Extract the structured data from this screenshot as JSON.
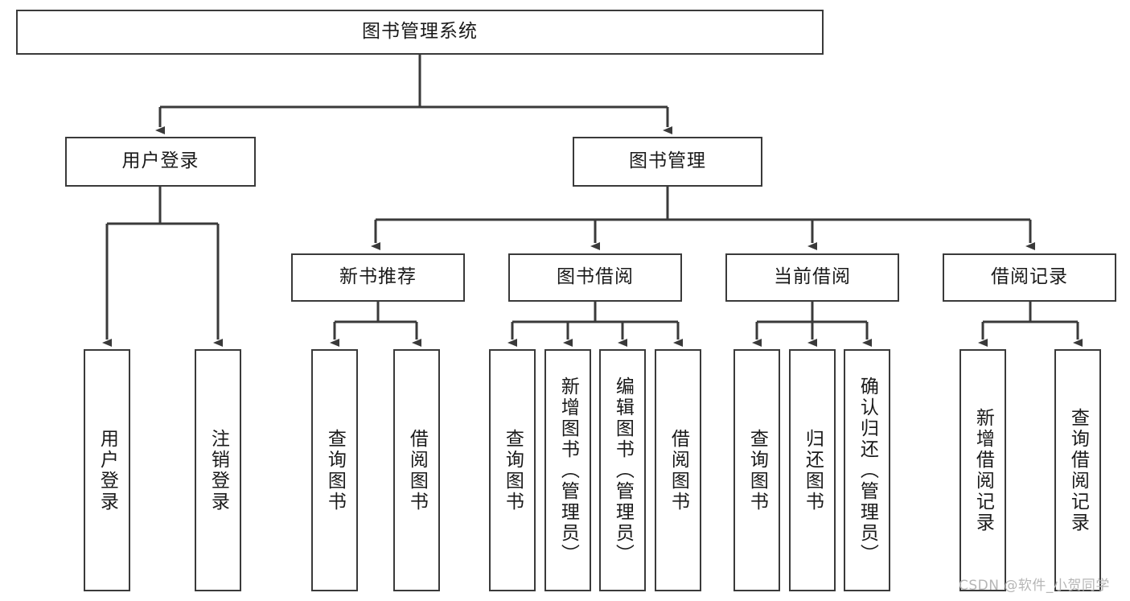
{
  "diagram": {
    "type": "tree-hierarchy-chart",
    "title": "图书管理系统",
    "stroke_color": "#3a3a3a",
    "background_color": "#ffffff",
    "text_color": "#1a1a1a",
    "root": {
      "label": "图书管理系统"
    },
    "level2": [
      {
        "label": "用户登录"
      },
      {
        "label": "图书管理"
      }
    ],
    "level3": [
      {
        "label": "新书推荐"
      },
      {
        "label": "图书借阅"
      },
      {
        "label": "当前借阅"
      },
      {
        "label": "借阅记录"
      }
    ],
    "leaves": {
      "user_login": [
        {
          "label": "用户登录"
        },
        {
          "label": "注销登录"
        }
      ],
      "new_book_recommend": [
        {
          "label": "查询图书"
        },
        {
          "label": "借阅图书"
        }
      ],
      "book_borrow": [
        {
          "label": "查询图书"
        },
        {
          "label": "新增图书（管理员）"
        },
        {
          "label": "编辑图书（管理员）"
        },
        {
          "label": "借阅图书"
        }
      ],
      "current_borrow": [
        {
          "label": "查询图书"
        },
        {
          "label": "归还图书"
        },
        {
          "label": "确认归还（管理员）"
        }
      ],
      "borrow_record": [
        {
          "label": "新增借阅记录"
        },
        {
          "label": "查询借阅记录"
        }
      ]
    }
  },
  "watermark": {
    "text": "CSDN @软件_小贺同学"
  }
}
